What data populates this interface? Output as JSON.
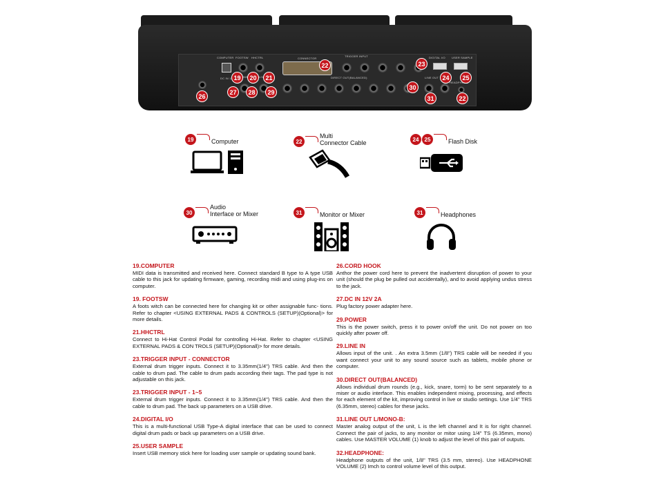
{
  "device": {
    "panel_labels": {
      "computer": "COMPUTER",
      "footsw": "FOOTSW",
      "hhctrl": "HHCTRL",
      "connector": "CONNECTOR",
      "trigger_input": "TRIGGER INPUT",
      "digital_io": "DIGITAL I/O",
      "user_sample": "USER SAMPLE",
      "dc_in": "DC IN 12V 2A",
      "power": "POWER",
      "line_in": "LINE IN",
      "direct_out": "DIRECT OUT(BALANCED)",
      "line_out": "LINE OUT",
      "headphone": "HEADPHONE"
    },
    "badges": {
      "b19": "19",
      "b20": "20",
      "b21": "21",
      "b22a": "22",
      "b23": "23",
      "b24": "24",
      "b25": "25",
      "b26": "26",
      "b27": "27",
      "b28": "28",
      "b29": "29",
      "b30": "30",
      "b31": "31",
      "b22b": "22"
    }
  },
  "legend": [
    {
      "badges": [
        "19"
      ],
      "label": "Computer",
      "icon": "computer-icon"
    },
    {
      "badges": [
        "22"
      ],
      "label": "Multi\nConnector Cable",
      "icon": "cable-icon"
    },
    {
      "badges": [
        "24",
        "25"
      ],
      "label": "Flash Disk",
      "icon": "usb-flash-icon"
    },
    {
      "badges": [
        "30"
      ],
      "label": "Audio\nInterface or Mixer",
      "icon": "audio-interface-icon"
    },
    {
      "badges": [
        "31"
      ],
      "label": "Monitor or Mixer",
      "icon": "speaker-icon"
    },
    {
      "badges": [
        "31"
      ],
      "label": "Headphones",
      "icon": "headphones-icon"
    }
  ],
  "left_column": [
    {
      "title": "19.COMPUTER",
      "body": "MIDI data is transmitted and received here. Connect standard B type to A type USB cable to this jack for updating firmware, gaming, recording midi and using plug-ins on computer."
    },
    {
      "title": "19. FOOTSW",
      "body": "A foots witch can be connected here for changing kit or other assignable func- tions. Refer to chapter <USING EXTERNAL PADS & CONTROLS (SETUP)(Optional)> for more details."
    },
    {
      "title": "21.HHCTRL",
      "body": "Connect to Hi-Hat Control Podal for controlling Hi-Hat. Refer to chapter <USING EXTERNAL PADS & CON TROLS (SETUP)(Optionall)> for more details."
    },
    {
      "title": "23.TRIGGER INPUT - CONNECTOR",
      "body": "External drum trigger inputs. Connect it to 3.35mm(1/4\") TRS cable. And then the cable to drum pad. The cable to drum pads according their tags. The pad type is not adjustable on this jack."
    },
    {
      "title": "23.TRIGGER INPUT - 1~5",
      "body": "External drum trigger inputs. Connect it to 3.35mm(1/4\") TRS cable. And then the cable to drum pad. The back up parameters on a USB drive."
    },
    {
      "title": "24.DIGITAL I/O",
      "body": "This is a multi-functional USB Type-A digital interface that can be used to connect digital drum pads or back up parameters on a USB drive."
    },
    {
      "title": "25.USER SAMPLE",
      "body": "Insert USB memory stick here for loading user sample or updating sound bank."
    }
  ],
  "right_column": [
    {
      "title": "26.CORD HOOK",
      "body": "Anthor the power cord here to prevent the inadvertent disruption of power to your unit (should the plug be pulled out accidentally), and to avoid applying undus stress to the jack."
    },
    {
      "title": "27.DC IN 12V 2A",
      "body": "Plug factory power adapter here."
    },
    {
      "title": "29.POWER",
      "body": "This is the power switch, press it to power on/off the unit. Do not power on too quickly after power off."
    },
    {
      "title": "29.LINE IN",
      "body": "Allows input of the unit. . An extra 3.5mm (1/8\") TRS cable will be needed if you want connect your unit to any sound source such as tablets, mobile phone or computer."
    },
    {
      "title": "30.DIRECT OUT(BALANCED)",
      "body": "Allows individual drum rounds (e.g., kick, snare, torm) to be sent separately to a miser or audio interface. This enables independent mixing, processing, and effects for each element of the kit, improving control in live or studio settings. Use 1/4\" TRS (6.35mm, stereo) cables for these jacks."
    },
    {
      "title": "31.LINE OUT L/MONO-B:",
      "body": "Master analog output of the unit, L is the left channel and It is for right channel. Connect the pair of jacks, to any monitor or mitor using 1/4\" TS (6.35mm, mono) cables. Use MASTER VOLUME (1) knob to adjust the level of this pair of outputs."
    },
    {
      "title": "32.HEADPHONE:",
      "body": "Headphone outputs of the unit, 1/8\" TRS (3.5 mm, stereo). Use HEADPHONE VOLUME (2) Imch to control volume level of this output."
    }
  ]
}
